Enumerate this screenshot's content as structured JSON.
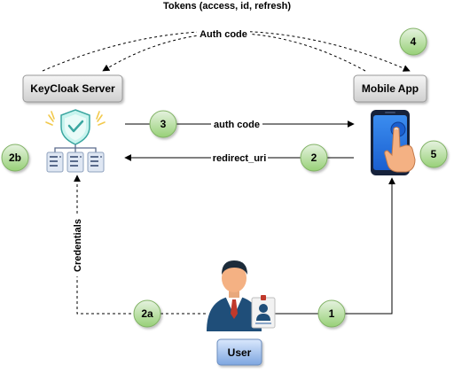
{
  "nodes": {
    "keycloak": "KeyCloak Server",
    "mobile_app": "Mobile App",
    "user": "User"
  },
  "edges": {
    "tokens": "Tokens (access, id, refresh)",
    "auth_code_top": "Auth code",
    "auth_code": "auth code",
    "redirect_uri": "redirect_uri",
    "credentials": "Credentials"
  },
  "badges": {
    "b1": "1",
    "b2": "2",
    "b2a": "2a",
    "b2b": "2b",
    "b3": "3",
    "b4": "4",
    "b5": "5"
  },
  "colors": {
    "box_fill_top": "#f5f5f5",
    "box_fill_bottom": "#d0d0d0",
    "box_stroke": "#999999",
    "user_box_top": "#dae8fc",
    "user_box_bottom": "#7ea6e0",
    "user_box_stroke": "#6c8ebf",
    "badge_top": "#d5e8d4",
    "badge_bottom": "#97d077",
    "badge_stroke": "#82b366",
    "line": "#000000"
  },
  "icons": {
    "keycloak": "server-shield-icon",
    "mobile": "smartphone-tap-icon",
    "user": "businessman-id-card-icon"
  }
}
